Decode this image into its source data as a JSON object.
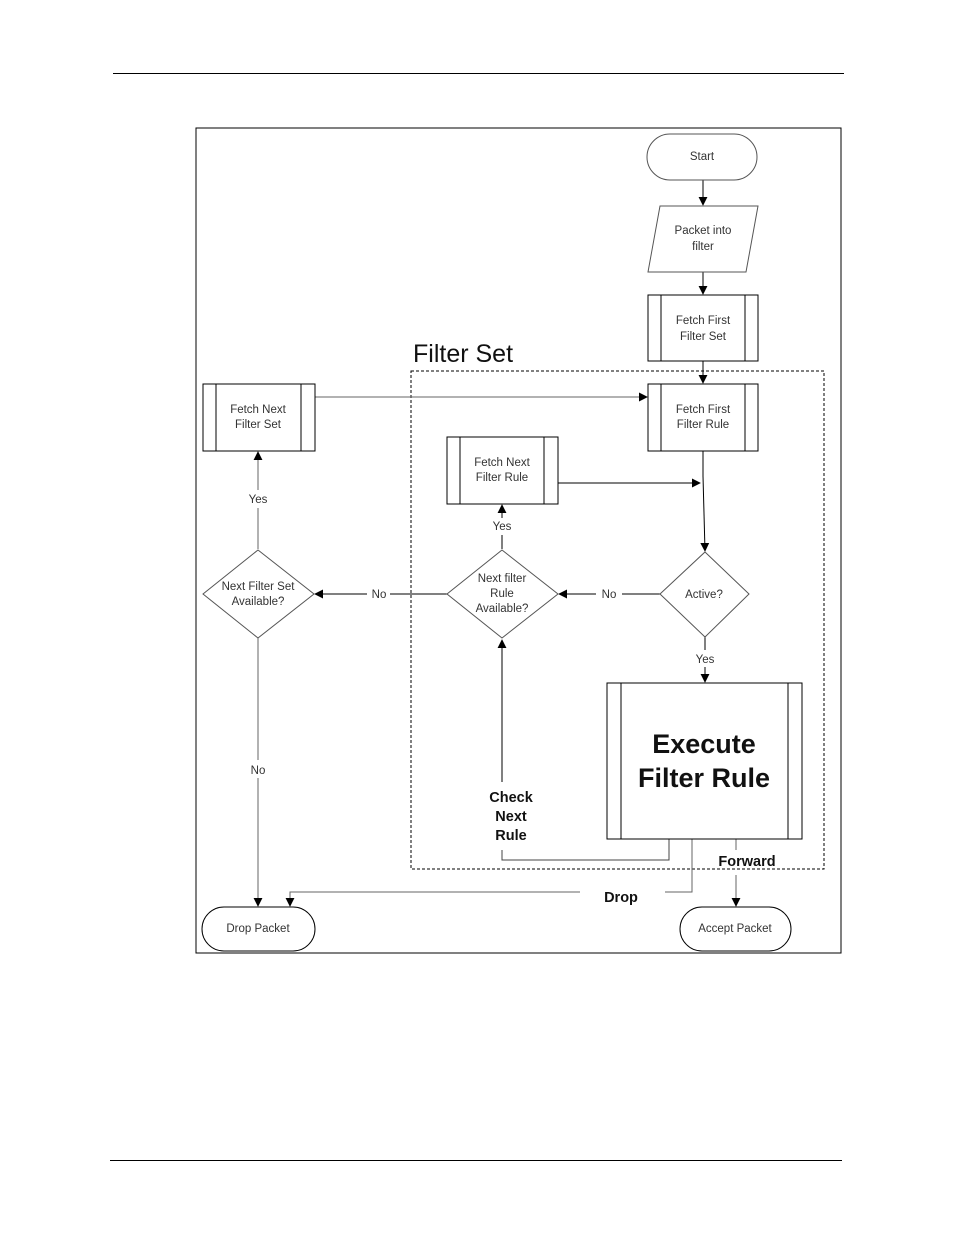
{
  "diagram": {
    "group_title": "Filter Set",
    "nodes": {
      "start": "Start",
      "packet_into_filter": [
        "Packet into",
        "filter"
      ],
      "fetch_first_filter_set": [
        "Fetch First",
        "Filter Set"
      ],
      "fetch_first_filter_rule": [
        "Fetch First",
        "Filter Rule"
      ],
      "fetch_next_filter_set": [
        "Fetch Next",
        "Filter Set"
      ],
      "fetch_next_filter_rule": [
        "Fetch Next",
        "Filter Rule"
      ],
      "active": "Active?",
      "next_filter_rule_available": [
        "Next filter",
        "Rule",
        "Available?"
      ],
      "next_filter_set_available": [
        "Next Filter Set",
        "Available?"
      ],
      "execute_filter_rule": [
        "Execute",
        "Filter Rule"
      ],
      "drop_packet": "Drop Packet",
      "accept_packet": "Accept Packet"
    },
    "edge_labels": {
      "active_no": "No",
      "active_yes": "Yes",
      "rule_available_no": "No",
      "rule_available_yes": "Yes",
      "set_available_yes": "Yes",
      "set_available_no": "No",
      "check_next_rule": [
        "Check",
        "Next",
        "Rule"
      ],
      "forward": "Forward",
      "drop": "Drop"
    }
  }
}
